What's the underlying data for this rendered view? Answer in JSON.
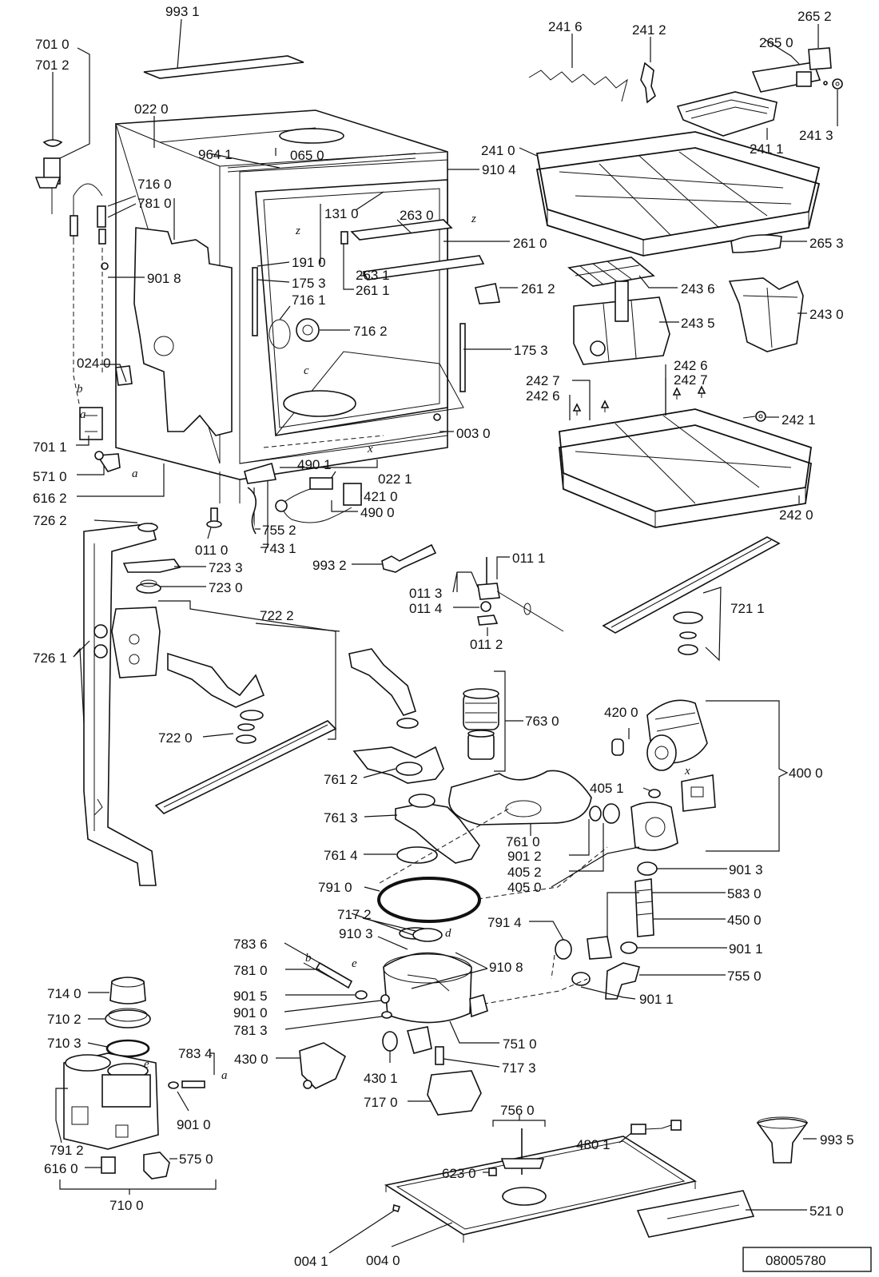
{
  "labels": [
    {
      "id": "l9931",
      "text": "993 1"
    },
    {
      "id": "l7010",
      "text": "701 0"
    },
    {
      "id": "l7012",
      "text": "701 2"
    },
    {
      "id": "l0220",
      "text": "022 0"
    },
    {
      "id": "l9641",
      "text": "964 1"
    },
    {
      "id": "l0650",
      "text": "065 0"
    },
    {
      "id": "l9104",
      "text": "910 4"
    },
    {
      "id": "l7160",
      "text": "716 0"
    },
    {
      "id": "l7810a",
      "text": "781 0"
    },
    {
      "id": "l1310",
      "text": "131 0"
    },
    {
      "id": "l2630",
      "text": "263 0"
    },
    {
      "id": "l2610",
      "text": "261 0"
    },
    {
      "id": "l9018",
      "text": "901 8"
    },
    {
      "id": "l1910",
      "text": "191 0"
    },
    {
      "id": "l1753a",
      "text": "175 3"
    },
    {
      "id": "l2631",
      "text": "263 1"
    },
    {
      "id": "l2611",
      "text": "261 1"
    },
    {
      "id": "l2612",
      "text": "261 2"
    },
    {
      "id": "l7161",
      "text": "716 1"
    },
    {
      "id": "l7162",
      "text": "716 2"
    },
    {
      "id": "l1753b",
      "text": "175 3"
    },
    {
      "id": "l0240",
      "text": "024 0"
    },
    {
      "id": "l0030",
      "text": "003 0"
    },
    {
      "id": "l7011",
      "text": "701 1"
    },
    {
      "id": "l5710",
      "text": "571 0"
    },
    {
      "id": "l6162",
      "text": "616 2"
    },
    {
      "id": "l4901",
      "text": "490 1"
    },
    {
      "id": "l0221",
      "text": "022 1"
    },
    {
      "id": "l4210",
      "text": "421 0"
    },
    {
      "id": "l4900",
      "text": "490 0"
    },
    {
      "id": "l7262",
      "text": "726 2"
    },
    {
      "id": "l0110",
      "text": "011 0"
    },
    {
      "id": "l7552",
      "text": "755 2"
    },
    {
      "id": "l7431",
      "text": "743 1"
    },
    {
      "id": "l7233",
      "text": "723 3"
    },
    {
      "id": "l7230",
      "text": "723 0"
    },
    {
      "id": "l9932",
      "text": "993 2"
    },
    {
      "id": "l0111",
      "text": "011 1"
    },
    {
      "id": "l0113",
      "text": "011 3"
    },
    {
      "id": "l0114",
      "text": "011 4"
    },
    {
      "id": "l0112",
      "text": "011 2"
    },
    {
      "id": "l7222",
      "text": "722 2"
    },
    {
      "id": "l7261",
      "text": "726 1"
    },
    {
      "id": "l7220",
      "text": "722 0"
    },
    {
      "id": "l7211",
      "text": "721 1"
    },
    {
      "id": "l2416",
      "text": "241 6"
    },
    {
      "id": "l2412",
      "text": "241 2"
    },
    {
      "id": "l2652",
      "text": "265 2"
    },
    {
      "id": "l2650",
      "text": "265 0"
    },
    {
      "id": "l2413",
      "text": "241 3"
    },
    {
      "id": "l2411",
      "text": "241 1"
    },
    {
      "id": "l2410",
      "text": "241 0"
    },
    {
      "id": "l2653",
      "text": "265 3"
    },
    {
      "id": "l2436",
      "text": "243 6"
    },
    {
      "id": "l2435",
      "text": "243 5"
    },
    {
      "id": "l2430",
      "text": "243 0"
    },
    {
      "id": "l2426a",
      "text": "242 6"
    },
    {
      "id": "l2427a",
      "text": "242 7"
    },
    {
      "id": "l2427b",
      "text": "242 7"
    },
    {
      "id": "l2426b",
      "text": "242 6"
    },
    {
      "id": "l2421",
      "text": "242 1"
    },
    {
      "id": "l2420",
      "text": "242 0"
    },
    {
      "id": "l7630",
      "text": "763 0"
    },
    {
      "id": "l4200",
      "text": "420 0"
    },
    {
      "id": "l4000",
      "text": "400 0"
    },
    {
      "id": "l7612",
      "text": "761 2"
    },
    {
      "id": "l4051",
      "text": "405 1"
    },
    {
      "id": "l7613",
      "text": "761 3"
    },
    {
      "id": "l7610",
      "text": "761 0"
    },
    {
      "id": "l9012",
      "text": "901 2"
    },
    {
      "id": "l7614",
      "text": "761 4"
    },
    {
      "id": "l4052",
      "text": "405 2"
    },
    {
      "id": "l4050",
      "text": "405 0"
    },
    {
      "id": "l9013",
      "text": "901 3"
    },
    {
      "id": "l7910",
      "text": "791 0"
    },
    {
      "id": "l5830",
      "text": "583 0"
    },
    {
      "id": "l7172",
      "text": "717 2"
    },
    {
      "id": "l4500",
      "text": "450 0"
    },
    {
      "id": "l9103",
      "text": "910 3"
    },
    {
      "id": "l7914",
      "text": "791 4"
    },
    {
      "id": "l7836",
      "text": "783 6"
    },
    {
      "id": "l9108",
      "text": "910 8"
    },
    {
      "id": "l9011a",
      "text": "901 1"
    },
    {
      "id": "l7810b",
      "text": "781 0"
    },
    {
      "id": "l7550",
      "text": "755 0"
    },
    {
      "id": "l7140",
      "text": "714 0"
    },
    {
      "id": "l9015",
      "text": "901 5"
    },
    {
      "id": "l9011b",
      "text": "901 1"
    },
    {
      "id": "l9010a",
      "text": "901 0"
    },
    {
      "id": "l7102",
      "text": "710 2"
    },
    {
      "id": "l7813",
      "text": "781 3"
    },
    {
      "id": "l7510",
      "text": "751 0"
    },
    {
      "id": "l7103",
      "text": "710 3"
    },
    {
      "id": "l7834",
      "text": "783 4"
    },
    {
      "id": "l4300",
      "text": "430 0"
    },
    {
      "id": "l7173",
      "text": "717 3"
    },
    {
      "id": "l4301",
      "text": "430 1"
    },
    {
      "id": "l7170",
      "text": "717 0"
    },
    {
      "id": "l7560",
      "text": "756 0"
    },
    {
      "id": "l9010b",
      "text": "901 0"
    },
    {
      "id": "l4801",
      "text": "480 1"
    },
    {
      "id": "l9935",
      "text": "993 5"
    },
    {
      "id": "l7912",
      "text": "791 2"
    },
    {
      "id": "l5750",
      "text": "575 0"
    },
    {
      "id": "l6160",
      "text": "616 0"
    },
    {
      "id": "l6230",
      "text": "623 0"
    },
    {
      "id": "l7100",
      "text": "710 0"
    },
    {
      "id": "l5210",
      "text": "521 0"
    },
    {
      "id": "l0041",
      "text": "004 1"
    },
    {
      "id": "l0040",
      "text": "004 0"
    }
  ],
  "letters": [
    {
      "id": "ra",
      "text": "a"
    },
    {
      "id": "rb",
      "text": "b"
    },
    {
      "id": "rc",
      "text": "c"
    },
    {
      "id": "rd",
      "text": "d"
    },
    {
      "id": "re",
      "text": "e"
    },
    {
      "id": "rx",
      "text": "x"
    },
    {
      "id": "rz",
      "text": "z"
    }
  ],
  "reference_number": "08005780"
}
